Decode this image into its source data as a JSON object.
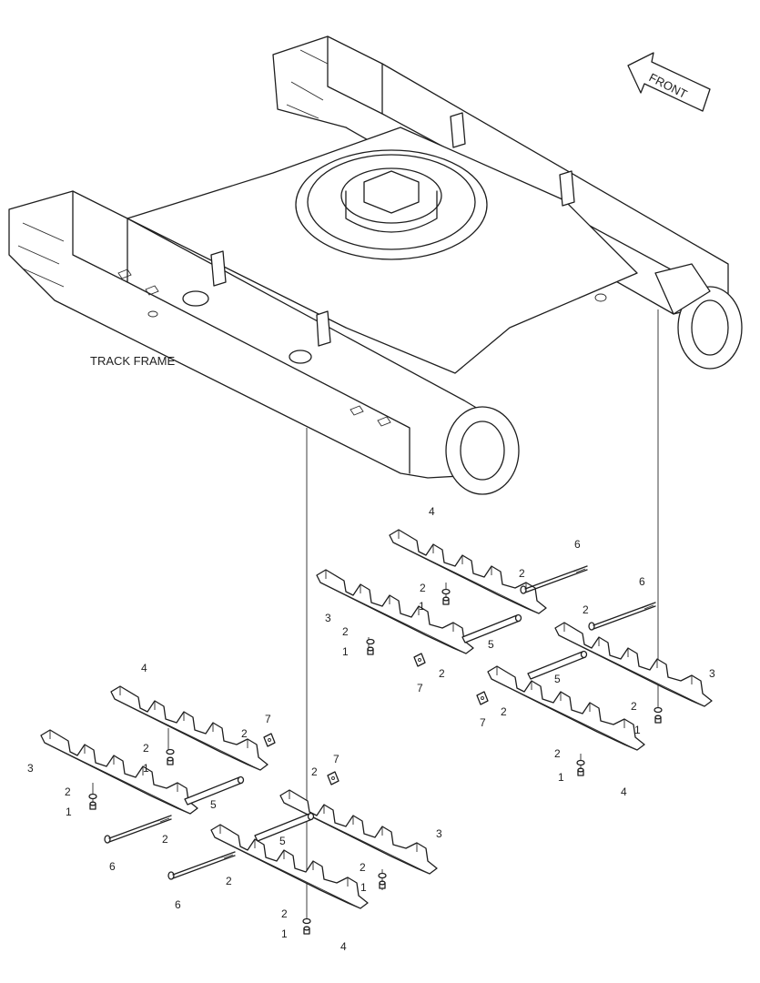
{
  "labels": {
    "track_frame": "TRACK FRAME",
    "front": "FRONT"
  },
  "callouts": [
    "1",
    "2",
    "3",
    "4",
    "5",
    "6",
    "7"
  ]
}
